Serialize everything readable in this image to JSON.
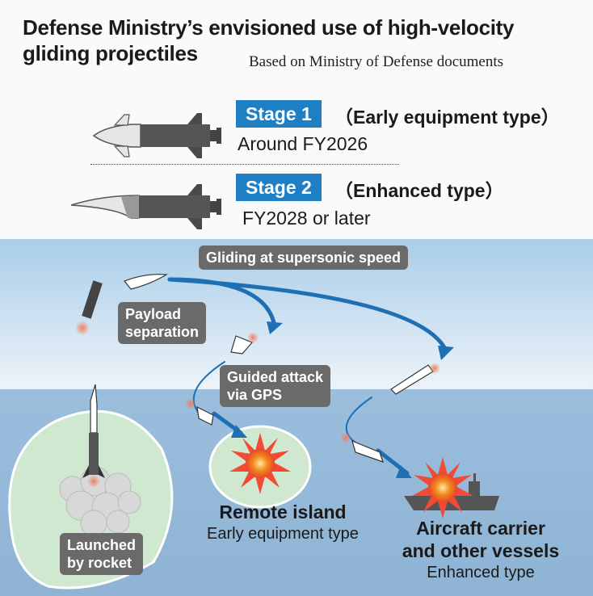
{
  "header": {
    "title_line1": "Defense Ministry’s envisioned use of high-velocity",
    "title_line2": "gliding projectiles",
    "source": "Based on Ministry of Defense documents"
  },
  "stages": [
    {
      "badge": "Stage 1",
      "type": "（Early equipment type）",
      "date": "Around FY2026"
    },
    {
      "badge": "Stage 2",
      "type": "（Enhanced type）",
      "date": "FY2028 or later"
    }
  ],
  "scene": {
    "labels": {
      "gliding": "Gliding at supersonic speed",
      "payload": [
        "Payload",
        "separation"
      ],
      "guided": [
        "Guided attack",
        "via GPS"
      ],
      "launched": [
        "Launched",
        "by rocket"
      ]
    },
    "targets": {
      "island_title": "Remote island",
      "island_sub": "Early equipment type",
      "carrier_title": [
        "Aircraft carrier",
        "and other vessels"
      ],
      "carrier_sub": "Enhanced type"
    },
    "colors": {
      "sky_top": "#a9cde9",
      "sky_bottom": "#e9f1f8",
      "sea": "#8db4d6",
      "island": "#cfe8cf",
      "arrow": "#1f6fb4",
      "badge": "#1f7fc4",
      "label_bg": "#6a6a6a"
    }
  }
}
